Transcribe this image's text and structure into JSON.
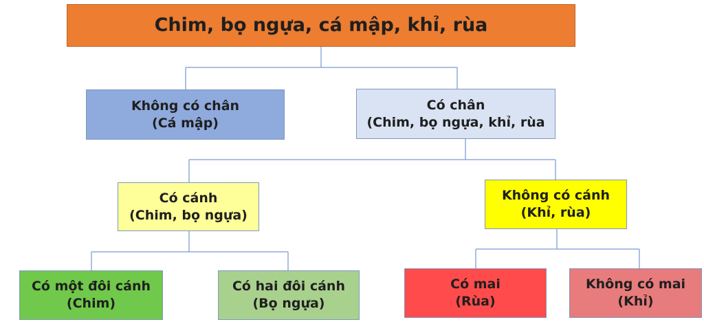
{
  "root": {
    "label": "Chim, bọ ngựa, cá mập, khỉ, rùa",
    "color": "#ed7d31"
  },
  "level1": [
    {
      "line1": "Không có chân",
      "line2": "(Cá mập)",
      "color": "#8faadc"
    },
    {
      "line1": "Có chân",
      "line2": "(Chim, bọ ngựa, khỉ, rùa",
      "color": "#dae3f3"
    }
  ],
  "level2": [
    {
      "line1": "Có cánh",
      "line2": "(Chim, bọ ngựa)",
      "color": "#ffff99"
    },
    {
      "line1": "Không có cánh",
      "line2": "(Khỉ, rùa)",
      "color": "#ffff00"
    }
  ],
  "level3": [
    {
      "line1": "Có một đôi cánh",
      "line2": "(Chim)",
      "color": "#70c94a"
    },
    {
      "line1": "Có hai đôi cánh",
      "line2": "(Bọ ngựa)",
      "color": "#a9d18e"
    },
    {
      "line1": "Có mai",
      "line2": "(Rùa)",
      "color": "#ff4b4b"
    },
    {
      "line1": "Không có mai",
      "line2": "(Khỉ)",
      "color": "#e87b7b"
    }
  ],
  "connector_color": "#8faadc"
}
